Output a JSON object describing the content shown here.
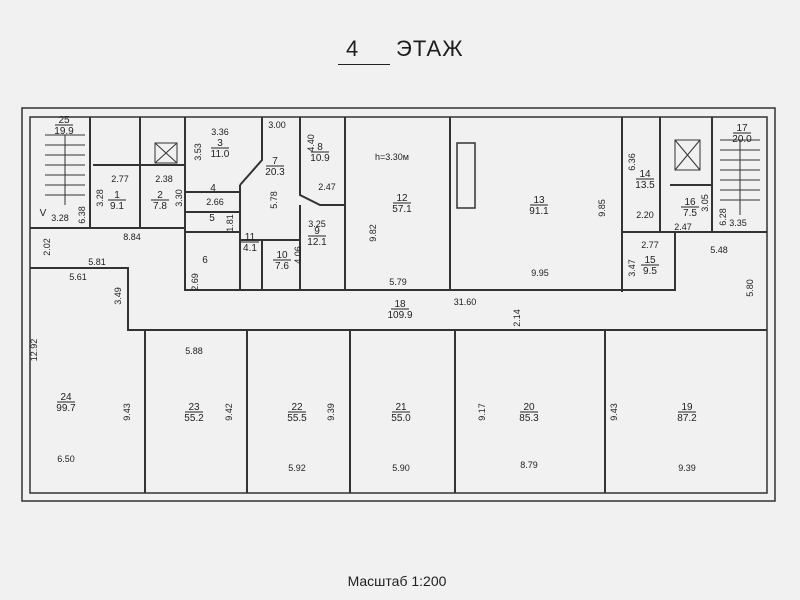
{
  "title": {
    "floor_number": "4",
    "floor_label": "ЭТАЖ"
  },
  "scale": "Масштаб 1:200",
  "height_note": "h=3.30м",
  "stair_marker": "V",
  "rooms": [
    {
      "number": "25",
      "area": "19.9"
    },
    {
      "number": "1",
      "area": "9.1"
    },
    {
      "number": "2",
      "area": "7.8"
    },
    {
      "number": "3",
      "area": "11.0"
    },
    {
      "number": "4",
      "area": ""
    },
    {
      "number": "5",
      "area": ""
    },
    {
      "number": "6",
      "area": ""
    },
    {
      "number": "7",
      "area": "20.3"
    },
    {
      "number": "8",
      "area": "10.9"
    },
    {
      "number": "9",
      "area": "12.1"
    },
    {
      "number": "10",
      "area": "7.6"
    },
    {
      "number": "11",
      "area": "4.1"
    },
    {
      "number": "12",
      "area": "57.1"
    },
    {
      "number": "13",
      "area": "91.1"
    },
    {
      "number": "14",
      "area": "13.5"
    },
    {
      "number": "15",
      "area": "9.5"
    },
    {
      "number": "16",
      "area": "7.5"
    },
    {
      "number": "17",
      "area": "20.0"
    },
    {
      "number": "18",
      "area": "109.9"
    },
    {
      "number": "19",
      "area": "87.2"
    },
    {
      "number": "20",
      "area": "85.3"
    },
    {
      "number": "21",
      "area": "55.0"
    },
    {
      "number": "22",
      "area": "55.5"
    },
    {
      "number": "23",
      "area": "55.2"
    },
    {
      "number": "24",
      "area": "99.7"
    }
  ],
  "dimensions": [
    "2.77",
    "3.28",
    "2.38",
    "3.30",
    "3.28",
    "6.38",
    "8.84",
    "2.02",
    "5.81",
    "5.61",
    "3.49",
    "3.36",
    "3.53",
    "3.00",
    "4.40",
    "2.66",
    "5.78",
    "2.47",
    "1.81",
    "3.25",
    "4.06",
    "2.69",
    "9.82",
    "5.79",
    "9.85",
    "9.95",
    "6.36",
    "2.20",
    "3.05",
    "6.28",
    "3.35",
    "2.47",
    "2.77",
    "3.47",
    "5.48",
    "5.80",
    "31.60",
    "2.14",
    "5.88",
    "12.92",
    "6.50",
    "9.43",
    "9.42",
    "5.92",
    "9.39",
    "5.90",
    "9.17",
    "8.79",
    "9.43",
    "9.39"
  ]
}
